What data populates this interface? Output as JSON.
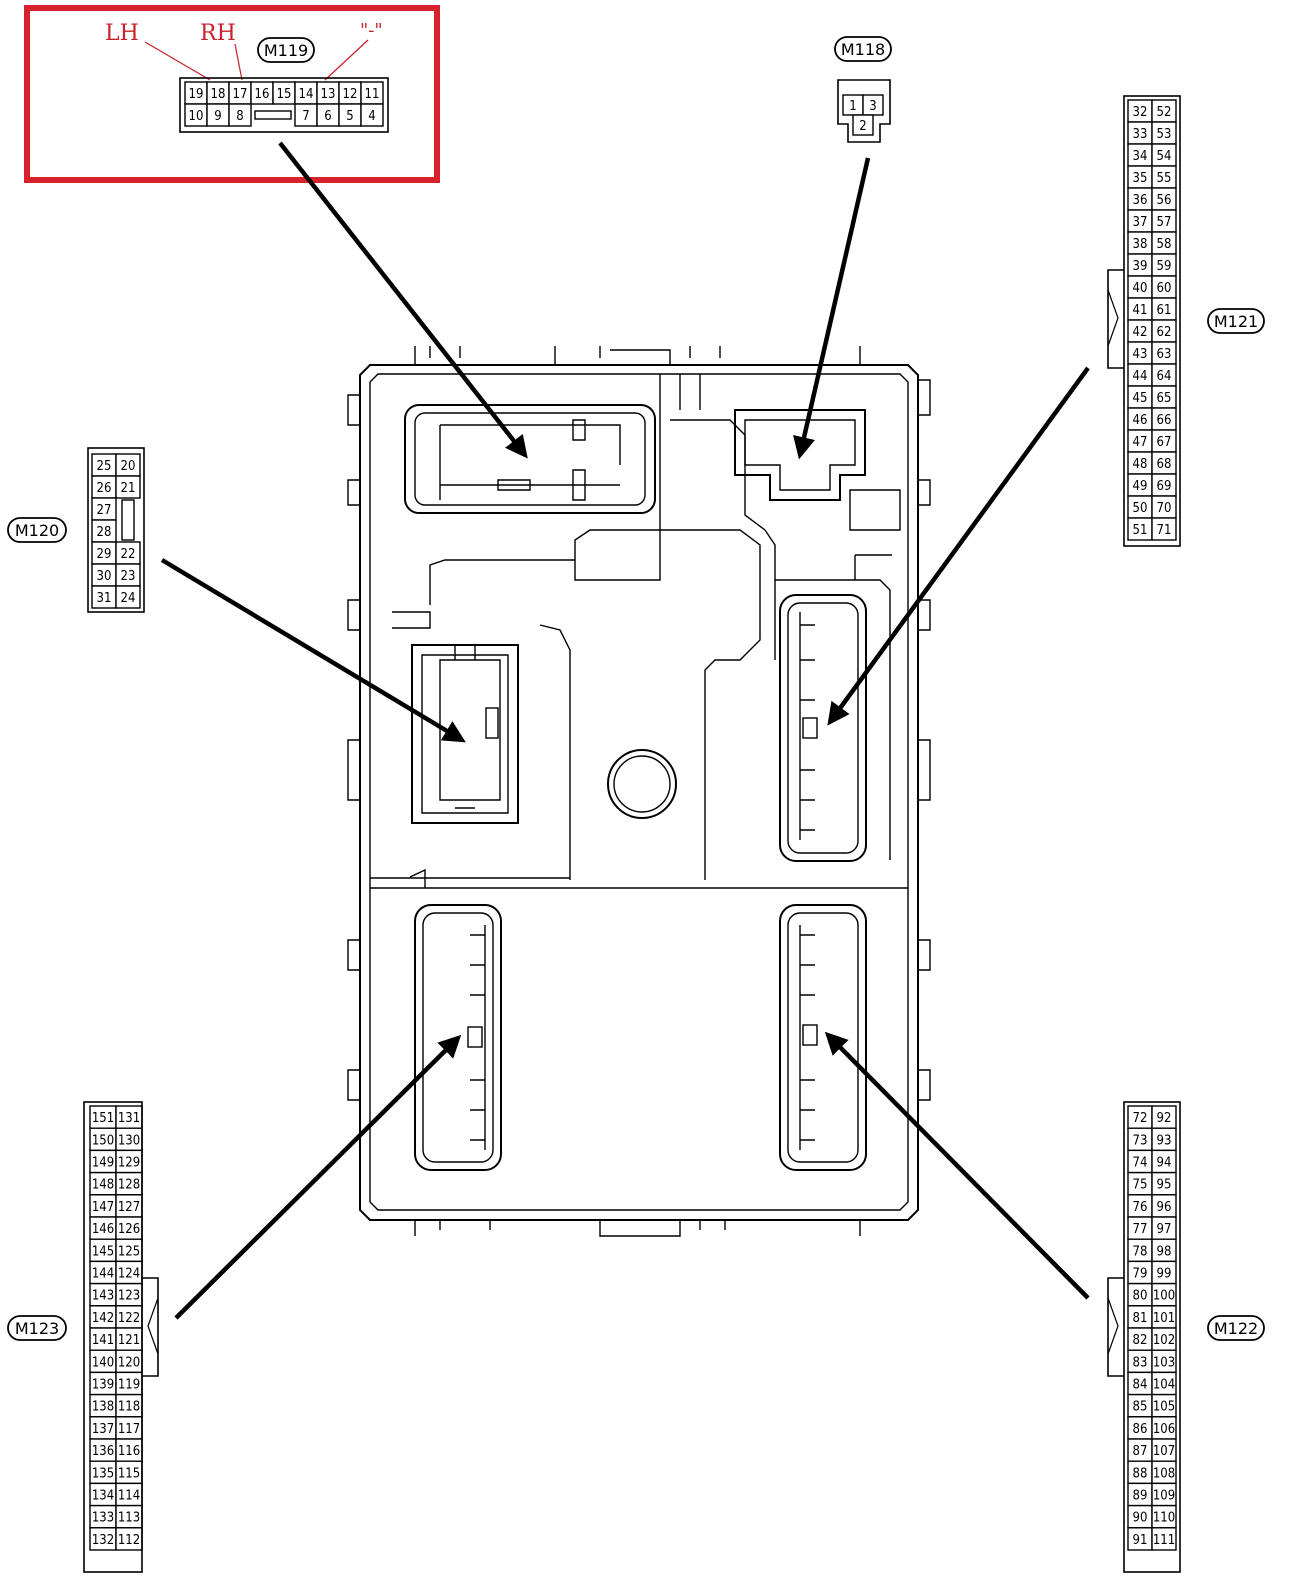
{
  "callout_labels": {
    "lh": "LH",
    "rh": "RH",
    "minus": "\"-\""
  },
  "highlight_color": "#d7222e",
  "connectors": [
    {
      "id": "M119",
      "rows": [
        [
          "19",
          "18",
          "17",
          "16",
          "15",
          "14",
          "13",
          "12",
          "11"
        ],
        [
          "10",
          "9",
          "8",
          "",
          "",
          "7",
          "6",
          "5",
          "4"
        ]
      ]
    },
    {
      "id": "M118",
      "rows": [
        [
          "1",
          "3"
        ],
        [
          "2"
        ]
      ]
    },
    {
      "id": "M120",
      "rows": [
        [
          "25",
          "20"
        ],
        [
          "26",
          "21"
        ],
        [
          "27",
          ""
        ],
        [
          "28",
          ""
        ],
        [
          "29",
          "22"
        ],
        [
          "30",
          "23"
        ],
        [
          "31",
          "24"
        ]
      ]
    },
    {
      "id": "M121",
      "rows": [
        [
          "32",
          "52"
        ],
        [
          "33",
          "53"
        ],
        [
          "34",
          "54"
        ],
        [
          "35",
          "55"
        ],
        [
          "36",
          "56"
        ],
        [
          "37",
          "57"
        ],
        [
          "38",
          "58"
        ],
        [
          "39",
          "59"
        ],
        [
          "40",
          "60"
        ],
        [
          "41",
          "61"
        ],
        [
          "42",
          "62"
        ],
        [
          "43",
          "63"
        ],
        [
          "44",
          "64"
        ],
        [
          "45",
          "65"
        ],
        [
          "46",
          "66"
        ],
        [
          "47",
          "67"
        ],
        [
          "48",
          "68"
        ],
        [
          "49",
          "69"
        ],
        [
          "50",
          "70"
        ],
        [
          "51",
          "71"
        ]
      ]
    },
    {
      "id": "M122",
      "rows": [
        [
          "72",
          "92"
        ],
        [
          "73",
          "93"
        ],
        [
          "74",
          "94"
        ],
        [
          "75",
          "95"
        ],
        [
          "76",
          "96"
        ],
        [
          "77",
          "97"
        ],
        [
          "78",
          "98"
        ],
        [
          "79",
          "99"
        ],
        [
          "80",
          "100"
        ],
        [
          "81",
          "101"
        ],
        [
          "82",
          "102"
        ],
        [
          "83",
          "103"
        ],
        [
          "84",
          "104"
        ],
        [
          "85",
          "105"
        ],
        [
          "86",
          "106"
        ],
        [
          "87",
          "107"
        ],
        [
          "88",
          "108"
        ],
        [
          "89",
          "109"
        ],
        [
          "90",
          "110"
        ],
        [
          "91",
          "111"
        ]
      ]
    },
    {
      "id": "M123",
      "rows": [
        [
          "151",
          "131"
        ],
        [
          "150",
          "130"
        ],
        [
          "149",
          "129"
        ],
        [
          "148",
          "128"
        ],
        [
          "147",
          "127"
        ],
        [
          "146",
          "126"
        ],
        [
          "145",
          "125"
        ],
        [
          "144",
          "124"
        ],
        [
          "143",
          "123"
        ],
        [
          "142",
          "122"
        ],
        [
          "141",
          "121"
        ],
        [
          "140",
          "120"
        ],
        [
          "139",
          "119"
        ],
        [
          "138",
          "118"
        ],
        [
          "137",
          "117"
        ],
        [
          "136",
          "116"
        ],
        [
          "135",
          "115"
        ],
        [
          "134",
          "114"
        ],
        [
          "133",
          "113"
        ],
        [
          "132",
          "112"
        ]
      ]
    }
  ]
}
